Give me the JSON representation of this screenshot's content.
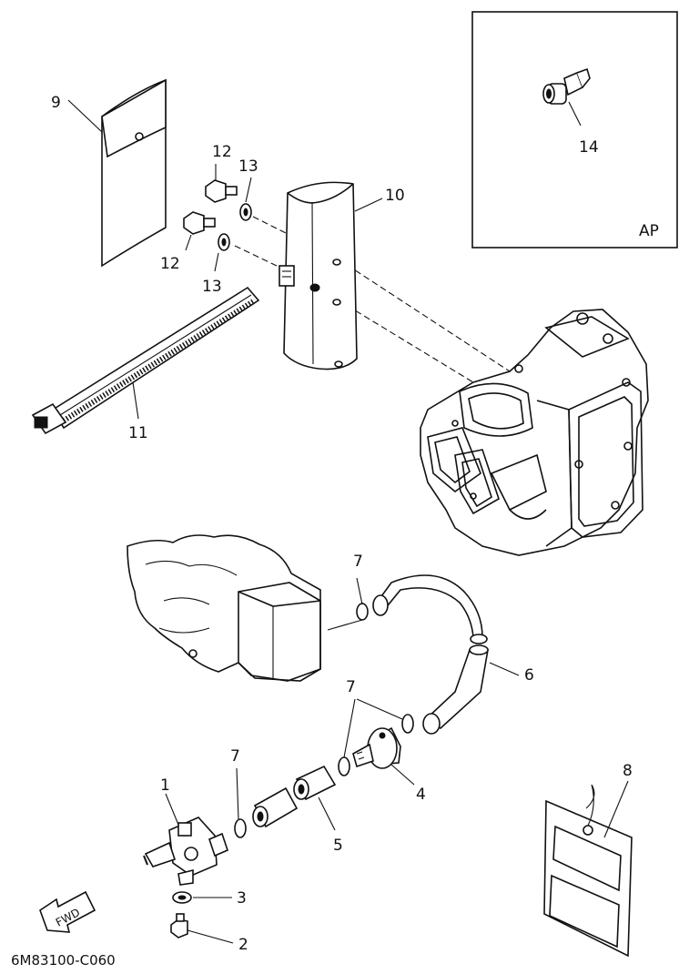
{
  "diagram": {
    "code": "6M83100-C060",
    "inset_label": "AP",
    "fwd_label": "FWD",
    "callouts": {
      "c1": "1",
      "c2": "2",
      "c3": "3",
      "c4": "4",
      "c5": "5",
      "c6": "6",
      "c7a": "7",
      "c7b": "7",
      "c7c": "7",
      "c8": "8",
      "c9": "9",
      "c10": "10",
      "c11": "11",
      "c12a": "12",
      "c12b": "12",
      "c13a": "13",
      "c13b": "13",
      "c14": "14"
    }
  }
}
